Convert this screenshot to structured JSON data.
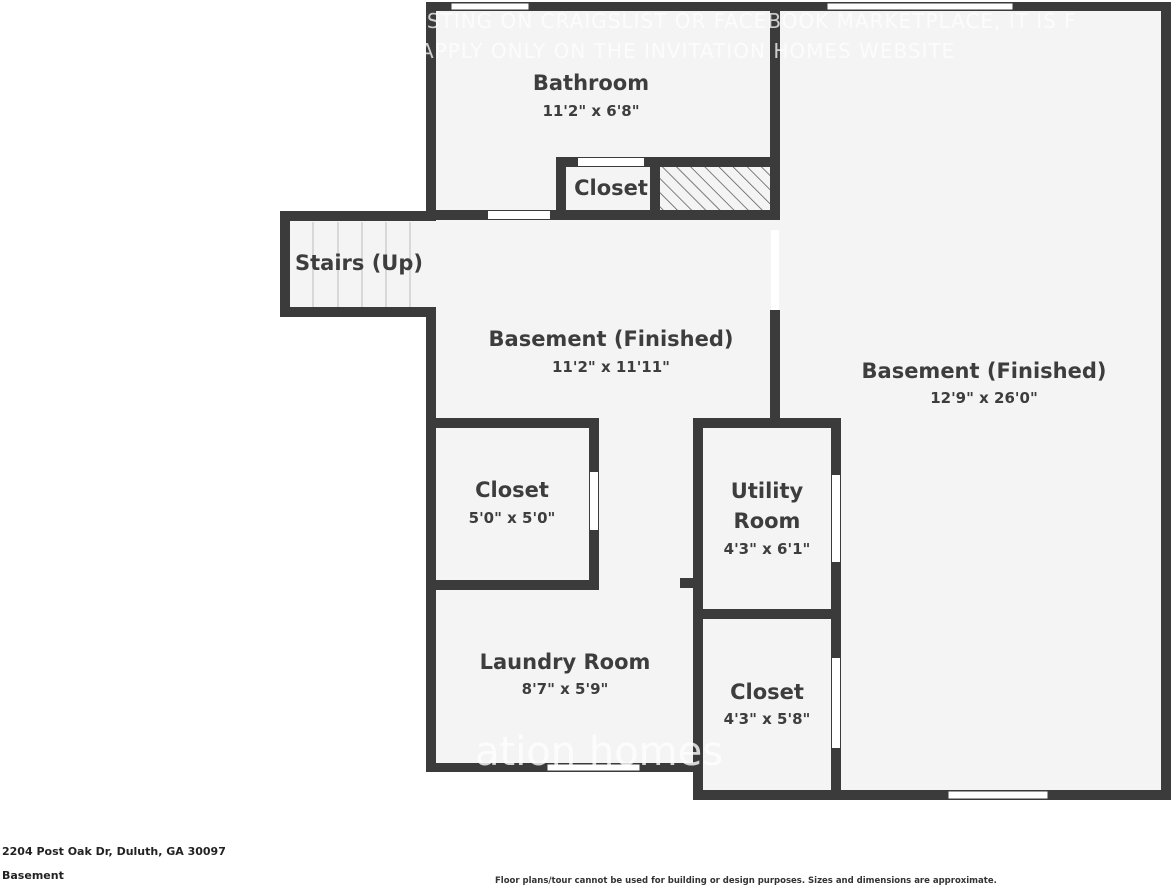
{
  "watermark": {
    "line1": "ISTING ON CRAIGSLIST OR FACEBOOK MARKETPLACE, IT IS F",
    "line2": "APPLY ONLY ON THE INVITATION HOMES WEBSITE",
    "logo": "ation homes"
  },
  "rooms": {
    "bathroom": {
      "name": "Bathroom",
      "dims": "11'2\" x 6'8\""
    },
    "closet_top": {
      "name": "Closet"
    },
    "stairs": {
      "name": "Stairs (Up)"
    },
    "basement_center": {
      "name": "Basement (Finished)",
      "dims": "11'2\" x 11'11\""
    },
    "basement_right": {
      "name": "Basement (Finished)",
      "dims": "12'9\" x 26'0\""
    },
    "closet_left": {
      "name": "Closet",
      "dims": "5'0\" x 5'0\""
    },
    "utility": {
      "name_line1": "Utility",
      "name_line2": "Room",
      "dims": "4'3\" x 6'1\""
    },
    "laundry": {
      "name": "Laundry Room",
      "dims": "8'7\" x 5'9\""
    },
    "closet_right": {
      "name": "Closet",
      "dims": "4'3\" x 5'8\""
    }
  },
  "footer": {
    "address": "2204 Post Oak Dr, Duluth, GA 30097",
    "level": "Basement",
    "disclaimer": "Floor plans/tour cannot be used for building or design purposes. Sizes and dimensions are approximate."
  },
  "colors": {
    "wall": "#3b3b3b",
    "floor": "#f4f4f4",
    "window": "#ffffff"
  }
}
